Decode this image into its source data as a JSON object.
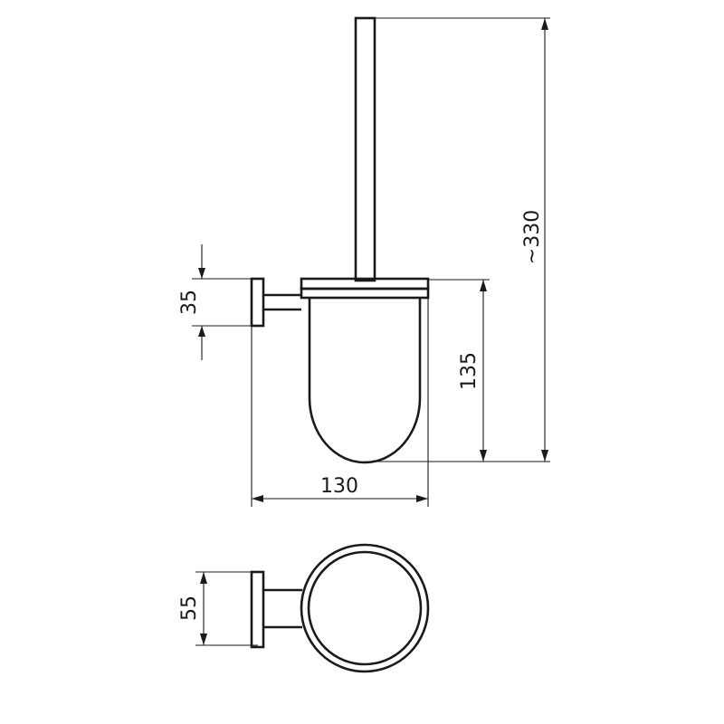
{
  "drawing": {
    "subject": "toilet-brush-holder",
    "line_color": "#1a1a1a",
    "background": "#ffffff"
  },
  "dimensions": {
    "wall_plate_height": "35",
    "overall_height": "~330",
    "holder_height": "135",
    "projection_width": "130",
    "plate_diameter": "55"
  }
}
